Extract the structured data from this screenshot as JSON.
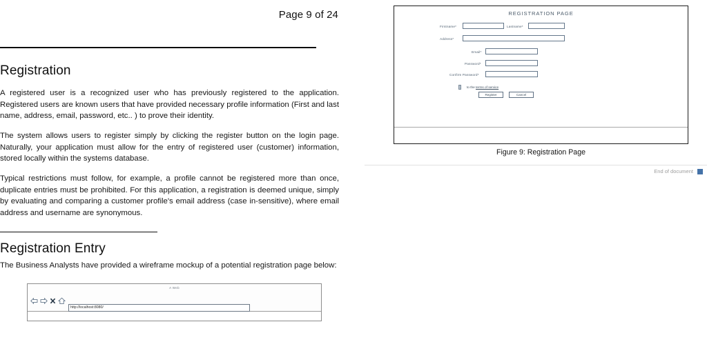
{
  "document": {
    "page_indicator": "Page 9 of 24",
    "end_of_document_label": "End of document"
  },
  "left_page": {
    "heading_registration": "Registration",
    "paragraph_1": "A registered user is a recognized user who has previously registered to the application. Registered users are known users that have provided necessary profile information (First and last name, address, email, password, etc.. ) to prove their identity.",
    "paragraph_2": "The system allows users to register simply by clicking the register button on the login page. Naturally, your application must allow for the entry of registered user (customer) information, stored locally within the systems database.",
    "paragraph_3": "Typical restrictions must follow, for example, a profile cannot be registered more than once, duplicate entries must be prohibited. For this application, a registration is deemed unique, simply by evaluating and comparing a customer profile's email address (case in-sensitive), where email address and username are synonymous.",
    "heading_registration_entry": "Registration Entry",
    "paragraph_4": "The Business Analysts have provided a wireframe mockup of a potential registration page below:"
  },
  "browser_mockup": {
    "window_title": "A Web",
    "url_value": "http://localhost:8080/",
    "nav_icons": [
      "back-arrow-icon",
      "forward-arrow-icon",
      "stop-icon",
      "home-icon"
    ]
  },
  "figure": {
    "caption": "Figure 9: Registration Page",
    "form": {
      "heading": "REGISTRATION PAGE",
      "fields": [
        {
          "label": "Firstname*",
          "value": ""
        },
        {
          "label": "Lastname*",
          "value": ""
        },
        {
          "label": "Address*",
          "value": ""
        },
        {
          "label": "Email*",
          "value": ""
        },
        {
          "label": "Password*",
          "value": ""
        },
        {
          "label": "Confirm Password*",
          "value": ""
        }
      ],
      "terms_prefix": "to the ",
      "terms_link": "terms of service",
      "buttons": [
        {
          "label": "Register"
        },
        {
          "label": "Cancel"
        }
      ]
    }
  },
  "colors": {
    "form_stroke": "#63768a",
    "form_text": "#516272",
    "end_marker": "#4472a8",
    "rule": "#0d0d0d"
  }
}
